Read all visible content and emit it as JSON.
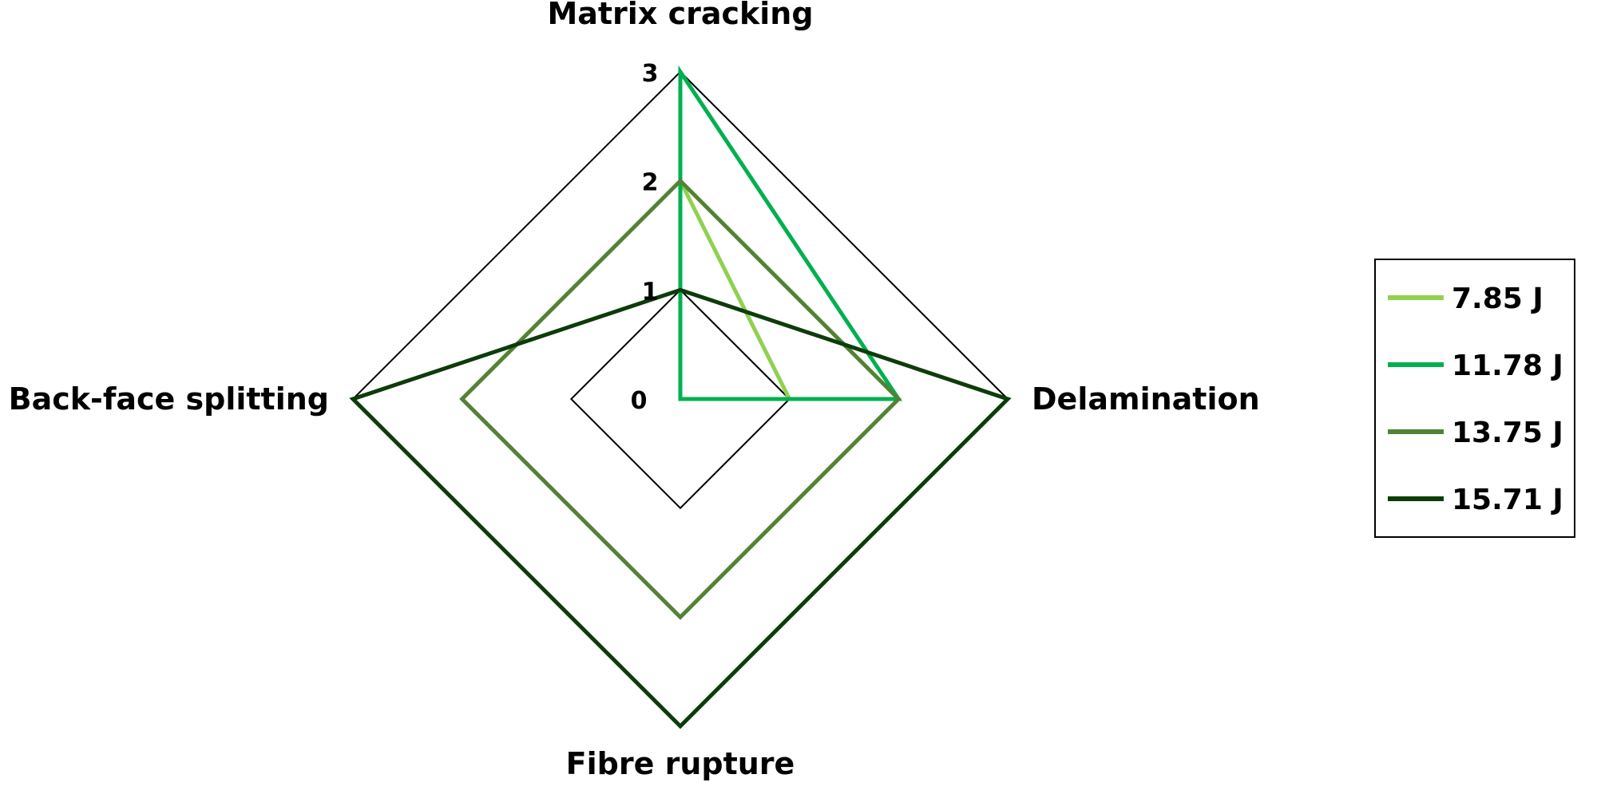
{
  "chart_data": {
    "type": "radar",
    "axes": [
      "Matrix cracking",
      "Delamination",
      "Fibre rupture",
      "Back-face splitting"
    ],
    "rlim": [
      0,
      3
    ],
    "ticks": [
      "0",
      "1",
      "2",
      "3"
    ],
    "grid": true,
    "legend_position": "right",
    "series": [
      {
        "name": "7.85 J",
        "values": [
          2,
          1,
          0,
          0
        ],
        "color": "#92d050"
      },
      {
        "name": "11.78 J",
        "values": [
          3,
          2,
          0,
          0
        ],
        "color": "#00b050"
      },
      {
        "name": "13.75 J",
        "values": [
          2,
          2,
          2,
          2
        ],
        "color": "#548235"
      },
      {
        "name": "15.71 J",
        "values": [
          1,
          3,
          3,
          3
        ],
        "color": "#0b3d0b"
      }
    ]
  }
}
